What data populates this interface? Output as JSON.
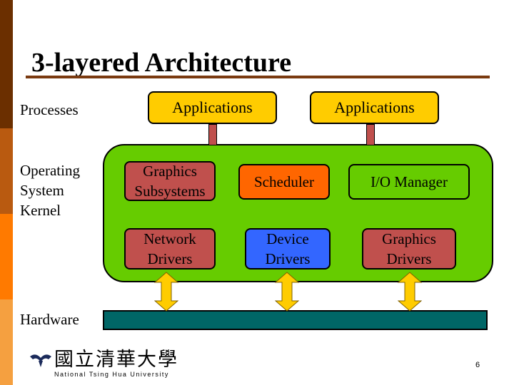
{
  "slide": {
    "title": "3-layered Architecture",
    "page_number": "6"
  },
  "colors": {
    "sidebar": [
      "#6b2f00",
      "#b95a10",
      "#ff7a00",
      "#f5a040"
    ],
    "application_fill": "#ffcc00",
    "kernel_fill": "#66cc00",
    "connector_fill": "#c0504d",
    "hardware_fill": "#006666",
    "arrow_fill": "#ffcc00"
  },
  "layers": {
    "processes": "Processes",
    "kernel": "Operating\nSystem\nKernel",
    "hardware": "Hardware"
  },
  "applications": [
    "Applications",
    "Applications"
  ],
  "kernel_modules": [
    {
      "label": "Graphics\nSubsystems",
      "fill": "#c0504d"
    },
    {
      "label": "Scheduler",
      "fill": "#ff6600"
    },
    {
      "label": "I/O Manager",
      "fill": "#66cc00"
    },
    {
      "label": "Network\nDrivers",
      "fill": "#c0504d"
    },
    {
      "label": "Device\nDrivers",
      "fill": "#3366ff"
    },
    {
      "label": "Graphics\nDrivers",
      "fill": "#c0504d"
    }
  ],
  "logo": {
    "chinese_name": "國立清華大學",
    "english_name": "National Tsing Hua University"
  }
}
